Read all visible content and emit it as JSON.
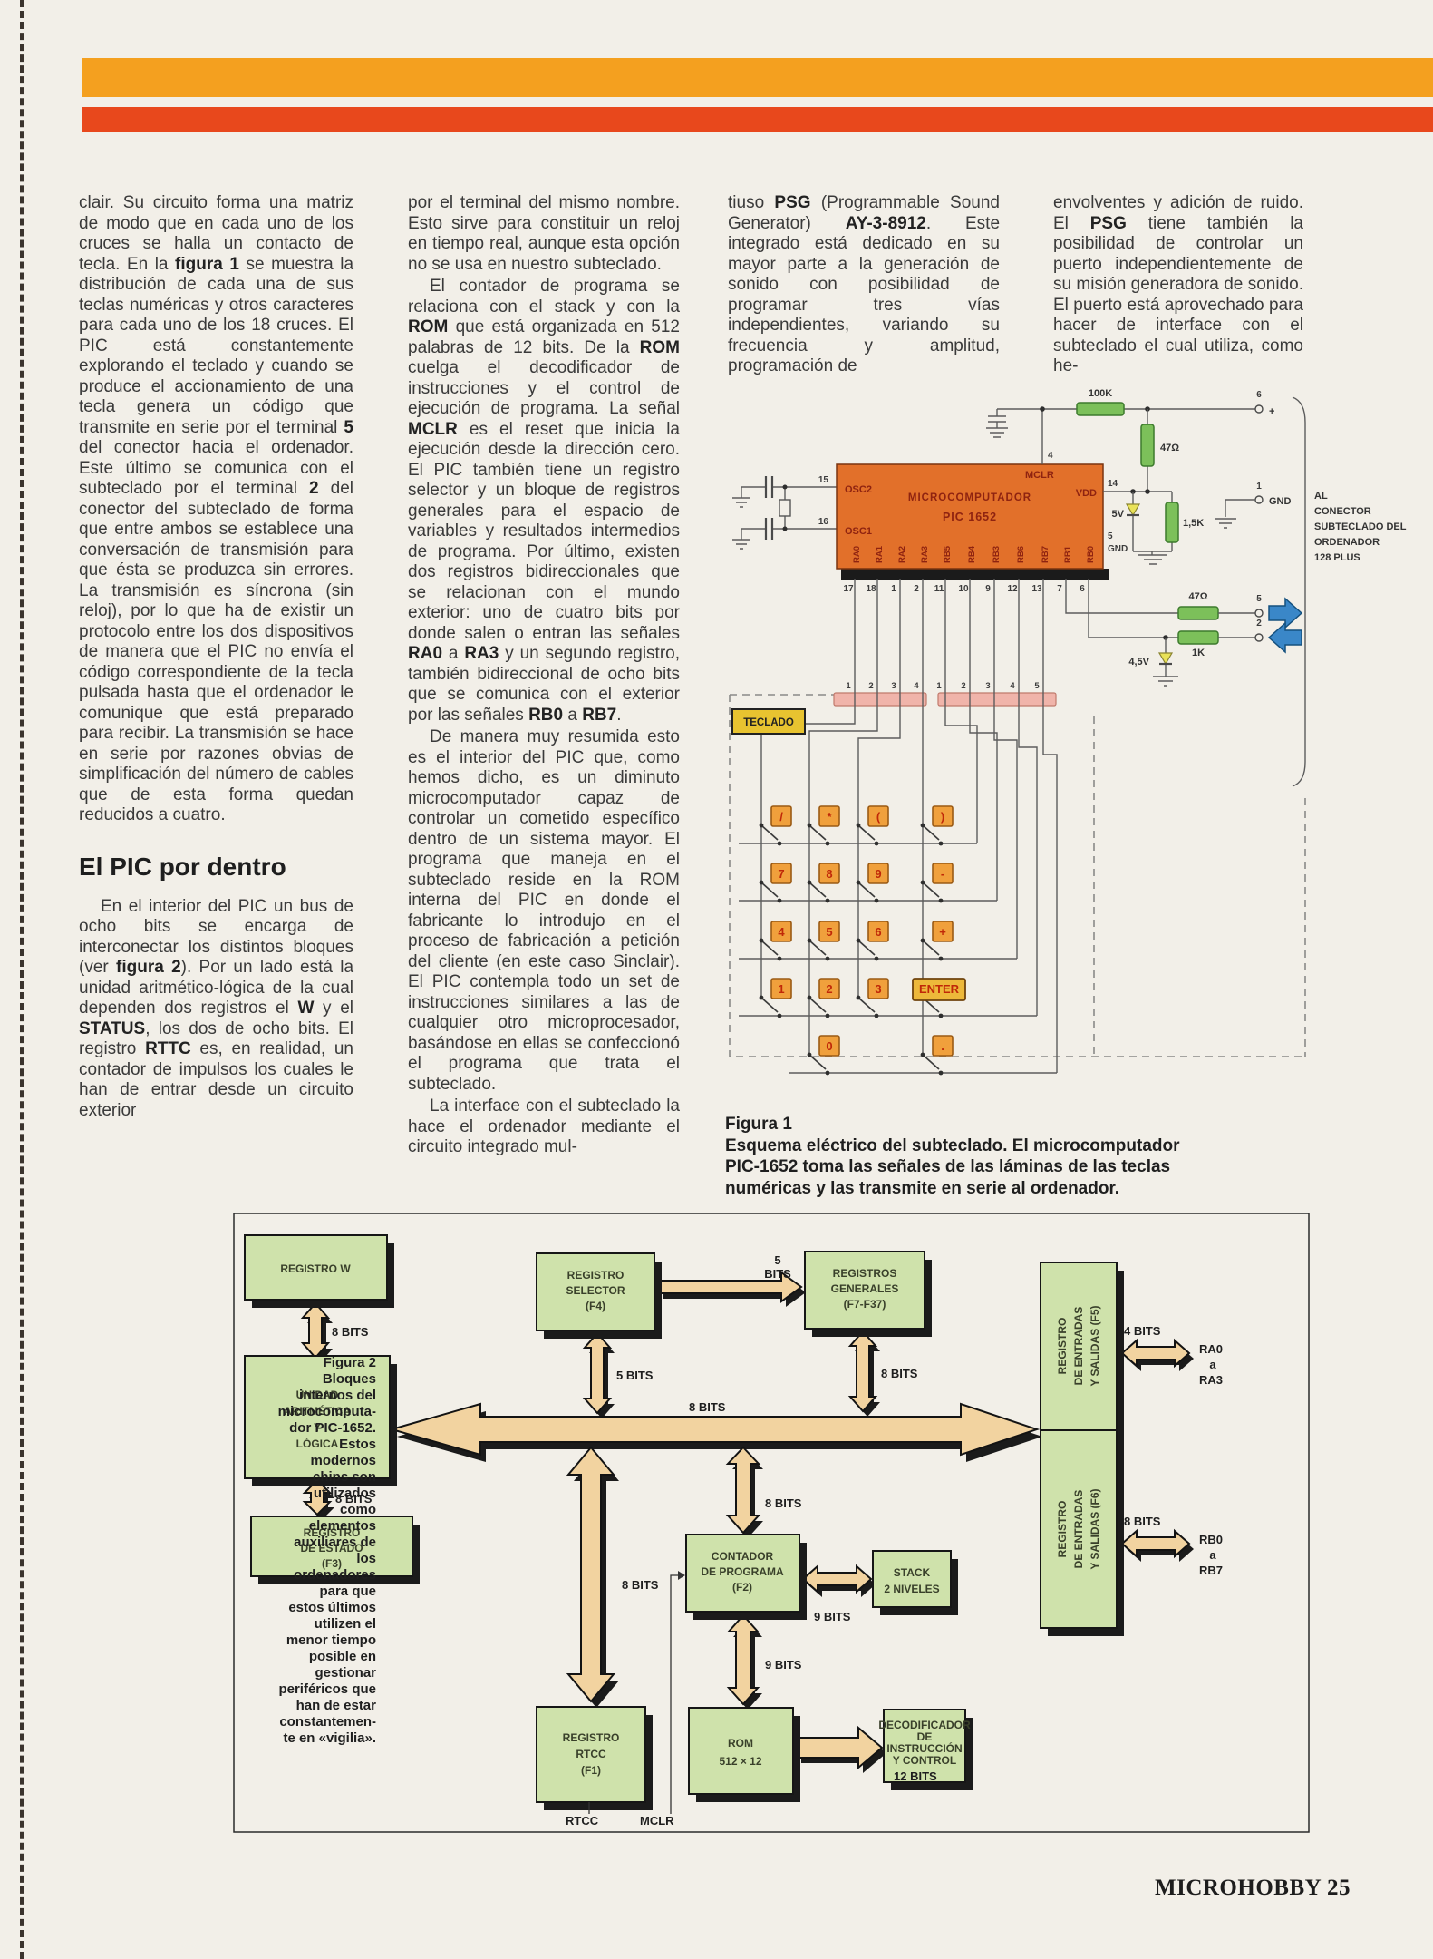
{
  "page": {
    "footer": "MICROHOBBY 25"
  },
  "colors": {
    "bar_orange": "#f4a01f",
    "bar_red": "#e8481c",
    "chip_orange": "#e2702a",
    "block_green": "#cfe2ab",
    "arrow_tan": "#f2d3a0",
    "resistor_green": "#7cc05a",
    "key_orange": "#f0a03c",
    "connector_pink": "#f0b4aa",
    "arrow_blue": "#3a87c8"
  },
  "article": {
    "col1": {
      "p1": "clair. Su circuito forma una matriz de modo que en cada uno de los cruces se halla un contacto de tecla. En la **figura 1** se muestra la distribución de cada una de sus teclas numéricas y otros caracteres para cada uno de los 18 cruces. El PIC está constantemente explorando el teclado y cuando se produce el accionamiento de una tecla genera un código que transmite en serie por el terminal **5** del conector hacia el ordenador. Este último se comunica con el subteclado por el terminal **2** del conector del subteclado de forma que entre ambos se establece una conversación de transmisión para que ésta se produzca sin errores. La transmisión es síncrona (sin reloj), por lo que ha de existir un protocolo entre los dos dispositivos de manera que el PIC no envía el código correspondiente de la tecla pulsada hasta que el ordenador le comunique que está preparado para recibir. La transmisión se hace en serie por razones obvias de simplificación del número de cables que de esta forma quedan reducidos a cuatro.",
      "heading": "El PIC por dentro",
      "p2": "En el interior del PIC un bus de ocho bits se encarga de interconectar los distintos bloques (ver **figura 2**). Por un lado está la unidad aritmético-lógica de la cual dependen dos registros el **W** y el **STATUS**, los dos de ocho bits. El registro **RTTC** es, en realidad, un contador de impulsos los cuales le han de entrar desde un circuito exterior"
    },
    "col2": {
      "p1": "por el terminal del mismo nombre. Esto sirve para constituir un reloj en tiempo real, aunque esta opción no se usa en nuestro subteclado.",
      "p2": "El contador de programa se relaciona con el stack y con la **ROM** que está organizada en 512 palabras de 12 bits. De la **ROM** cuelga el decodificador de instrucciones y el control de ejecución de programa. La señal **MCLR** es el reset que inicia la ejecución desde la dirección cero. El PIC también tiene un registro selector y un bloque de registros generales para el espacio de variables y resultados intermedios de programa. Por último, existen dos registros bidireccionales que se relacionan con el mundo exterior: uno de cuatro bits por donde salen o entran las señales **RA0** a **RA3** y un segundo registro, también bidireccional de ocho bits que se comunica con el exterior por las señales **RB0** a **RB7**.",
      "p3": "De manera muy resumida esto es el interior del PIC que, como hemos dicho, es un diminuto microcomputador capaz de controlar un cometido específico dentro de un sistema mayor. El programa que maneja en el subteclado reside en la ROM interna del PIC en donde el fabricante lo introdujo en el proceso de fabricación a petición del cliente (en este caso Sinclair). El PIC contempla todo un set de instrucciones similares a las de cualquier otro microprocesador, basándose en ellas se confeccionó el programa que trata el subteclado.",
      "p4": "La interface con el subteclado la hace el ordenador mediante el circuito integrado mul-"
    },
    "col3": {
      "p1": "tiuso **PSG** (Programmable Sound Generator) **AY-3-8912**. Este integrado está dedicado en su mayor parte a la generación de sonido con posibilidad de programar tres vías independientes, variando su frecuencia y amplitud, programación de"
    },
    "col4": {
      "p1": "envolventes y adición de ruido. El **PSG** tiene también la posibilidad de controlar un puerto independientemente de su misión generadora de sonido. El puerto está aprovechado para hacer de interface con el subteclado el cual utiliza, como he-"
    }
  },
  "fig1": {
    "caption": "Figura 1\nEsquema eléctrico del subteclado. El microcomputador\nPIC-1652 toma las señales de las láminas de las teclas\nnuméricas y las transmite en serie al ordenador.",
    "teclado": "TECLADO",
    "chip": {
      "title1": "MICROCOMPUTADOR",
      "title2": "PIC 1652",
      "osc2": "OSC2",
      "osc1": "OSC1",
      "mclr": "MCLR",
      "vdd": "VDD",
      "gnd": "GND",
      "p15": "15",
      "p16": "16",
      "p4": "4",
      "p14": "14",
      "p5": "5"
    },
    "pins": [
      {
        "n": "RA0",
        "num": "17"
      },
      {
        "n": "RA1",
        "num": "18"
      },
      {
        "n": "RA2",
        "num": "1"
      },
      {
        "n": "RA3",
        "num": "2"
      },
      {
        "n": "RB5",
        "num": "11"
      },
      {
        "n": "RB4",
        "num": "10"
      },
      {
        "n": "RB3",
        "num": "9"
      },
      {
        "n": "RB6",
        "num": "12"
      },
      {
        "n": "RB7",
        "num": "13"
      },
      {
        "n": "RB1",
        "num": "7"
      },
      {
        "n": "RB0",
        "num": "6"
      }
    ],
    "bar1": [
      "1",
      "2",
      "3",
      "4"
    ],
    "bar2": [
      "1",
      "2",
      "3",
      "4",
      "5"
    ],
    "parts": {
      "r100k": "100K",
      "r47a": "47Ω",
      "r47b": "47Ω",
      "r15k": "1,5K",
      "r1k": "1K",
      "z5": "5V",
      "z45": "4,5V",
      "t6": "6",
      "plus": "+",
      "t1": "1",
      "gnd": "GND",
      "t5": "5",
      "t2": "2"
    },
    "conn": [
      "AL",
      "CONECTOR",
      "SUBTECLADO DEL",
      "ORDENADOR",
      "128 PLUS"
    ],
    "keys": {
      "r1": [
        "/",
        "*",
        "(",
        ")"
      ],
      "r2": [
        "7",
        "8",
        "9",
        "-"
      ],
      "r3": [
        "4",
        "5",
        "6",
        "+"
      ],
      "r4": [
        "1",
        "2",
        "3"
      ],
      "enter": "ENTER",
      "r5": [
        "0",
        "."
      ]
    }
  },
  "fig2": {
    "caption": "Figura 2\nBloques\ninternos del\nmicrocomputa-\ndor PIC-1652.\nEstos\nmodernos\nchips son\nutilizados\ncomo\nelementos\nauxiliares de\nlos\nordenadores\npara que\nestos últimos\nutilizen el\nmenor tiempo\nposible en\ngestionar\nperiféricos que\nhan de estar\nconstantemen-\nte en «vigilia».",
    "blocks": {
      "w": [
        "REGISTRO W"
      ],
      "selector": [
        "REGISTRO",
        "SELECTOR",
        "(F4)"
      ],
      "generales": [
        "REGISTROS",
        "GENERALES",
        "(F7-F37)"
      ],
      "alu": [
        "UNIDAD",
        "ARITMÉTICA",
        "Y",
        "LÓGICA"
      ],
      "estado": [
        "REGISTRO",
        "DE ESTADO",
        "(F3)"
      ],
      "es5": [
        "REGISTRO",
        "DE ENTRADAS",
        "Y SALIDAS (F5)"
      ],
      "es6": [
        "REGISTRO",
        "DE ENTRADAS",
        "Y SALIDAS (F6)"
      ],
      "contador": [
        "CONTADOR",
        "DE PROGRAMA",
        "(F2)"
      ],
      "stack": [
        "STACK",
        "2 NIVELES"
      ],
      "rtcc": [
        "REGISTRO",
        "RTCC",
        "(F1)"
      ],
      "rom": [
        "ROM",
        "512 × 12"
      ],
      "decod": [
        "DECODIFICADOR",
        "DE",
        "INSTRUCCIÓN",
        "Y CONTROL"
      ]
    },
    "labels": {
      "bits8": "8 BITS",
      "bits5": "5 BITS",
      "bits9": "9 BITS",
      "bits4": "4 BITS",
      "bits12": "12 BITS",
      "five": "5",
      "bits": "BITS",
      "a": "a",
      "ra0": "RA0",
      "ra3": "RA3",
      "rb0": "RB0",
      "rb7": "RB7",
      "rtcc": "RTCC",
      "mclr": "MCLR"
    }
  }
}
